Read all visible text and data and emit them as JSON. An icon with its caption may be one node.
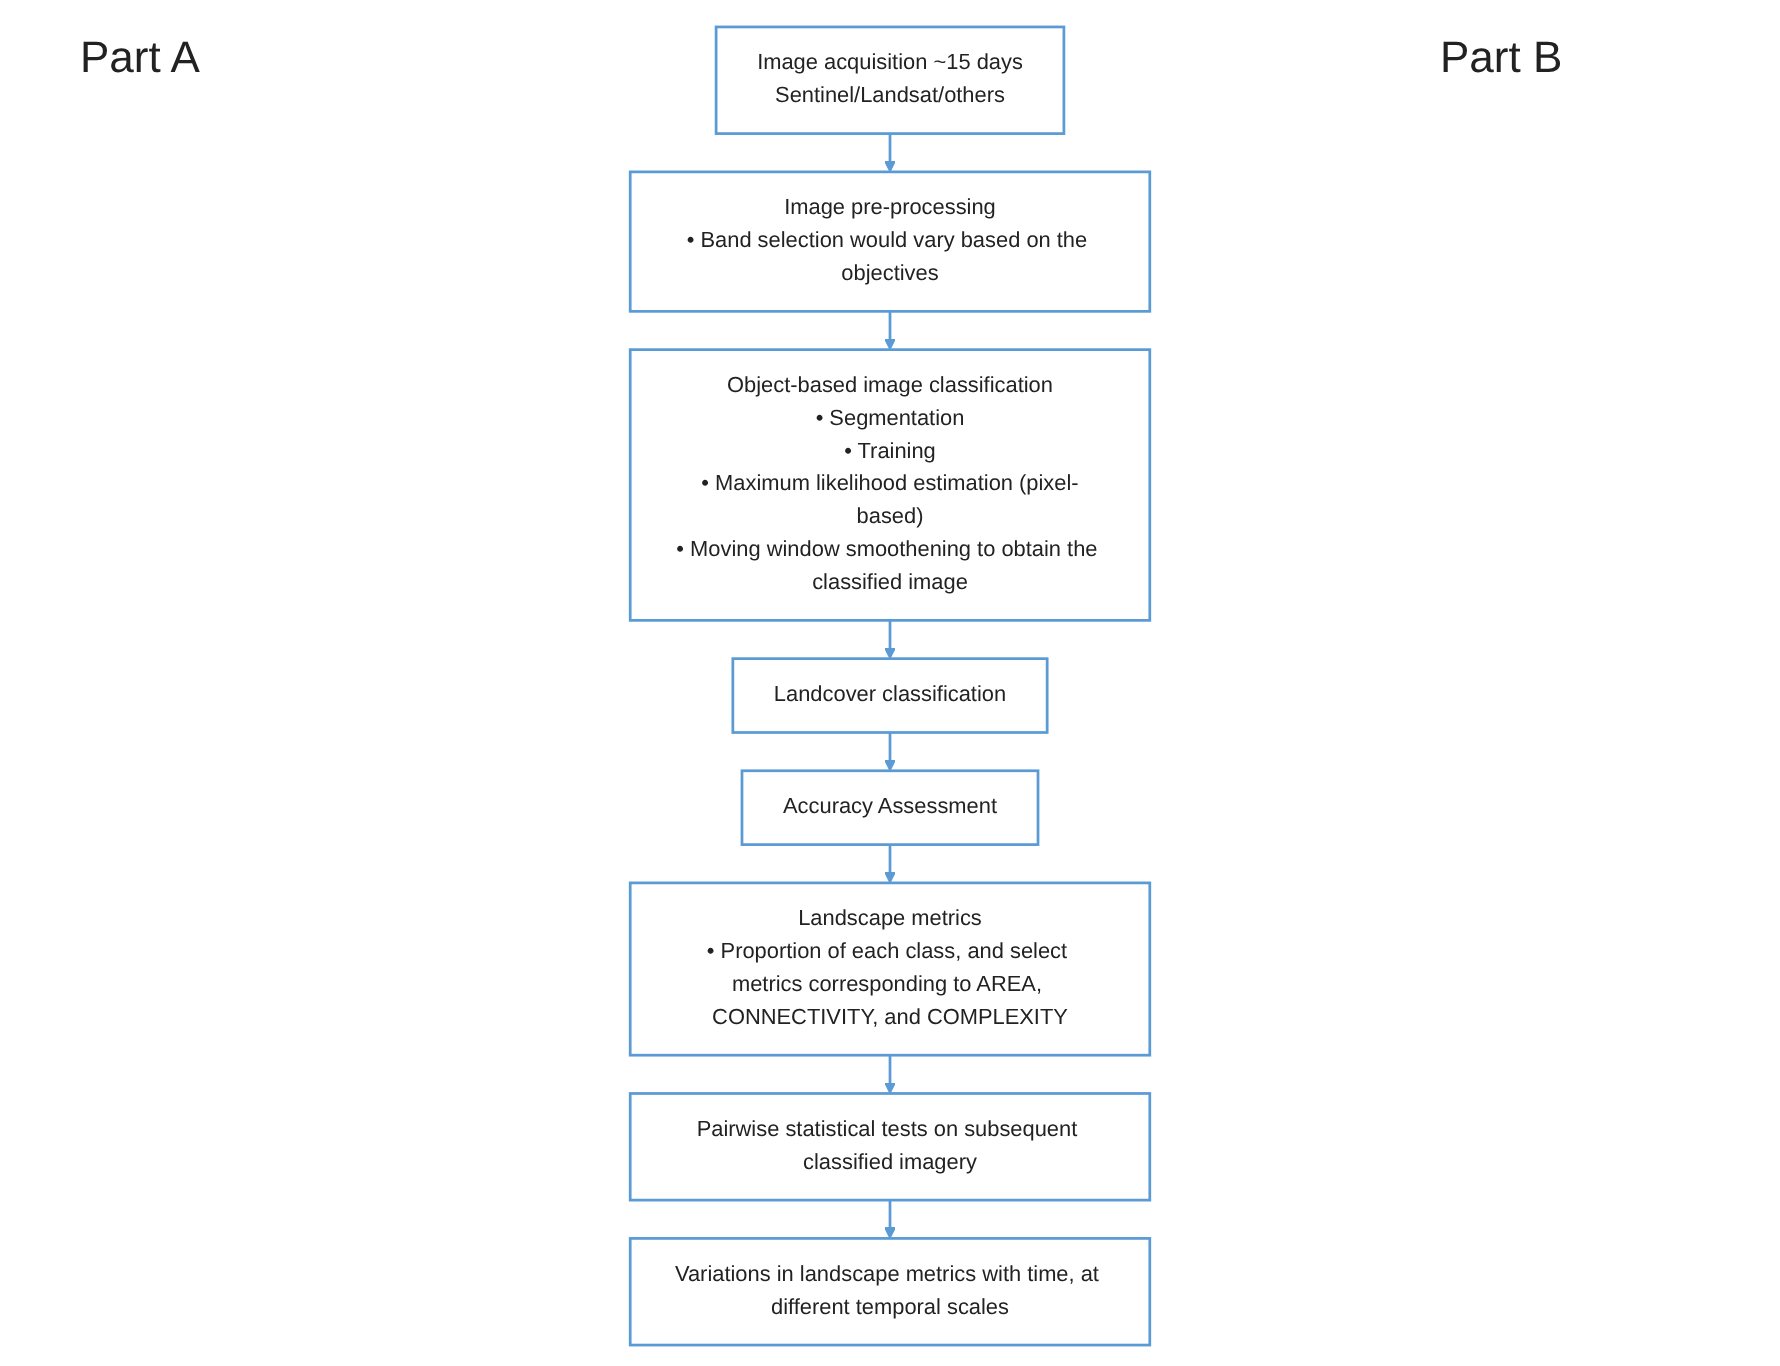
{
  "diagram": {
    "nodes": [
      {
        "text": [
          "Image acquisition ~15 days",
          "Sentinel/Landsat/others"
        ]
      },
      {
        "text": [
          "Image pre-processing",
          "• Band selection would vary based on the objectives"
        ]
      },
      {
        "text": [
          "Object-based image classification",
          "• Segmentation",
          "• Training",
          "• Maximum likelihood estimation (pixel-based)",
          "• Moving window smoothening to obtain the classified image"
        ]
      },
      {
        "text": [
          "Landcover classification"
        ]
      },
      {
        "text": [
          "Accuracy Assessment"
        ]
      },
      {
        "text": [
          "Landscape metrics",
          "• Proportion of each class, and select metrics corresponding to AREA, CONNECTIVITY, and COMPLEXITY"
        ]
      },
      {
        "text": [
          "Pairwise statistical tests on subsequent classified imagery"
        ]
      },
      {
        "text": [
          "Variations in landscape metrics with time, at different temporal scales"
        ]
      }
    ],
    "edges": [
      {
        "from": 0,
        "to": 1,
        "arrow": "to"
      },
      {
        "from": 1,
        "to": 2,
        "arrow": "to"
      },
      {
        "from": 2,
        "to": 3,
        "arrow": "to"
      },
      {
        "from": 3,
        "to": 4,
        "arrow": "to"
      },
      {
        "from": 4,
        "to": 5,
        "arrow": "to"
      },
      {
        "from": 5,
        "to": 6,
        "arrow": "to"
      },
      {
        "from": 6,
        "to": 7,
        "arrow": "to"
      }
    ],
    "labels": [
      "Part A",
      "Part B"
    ]
  }
}
